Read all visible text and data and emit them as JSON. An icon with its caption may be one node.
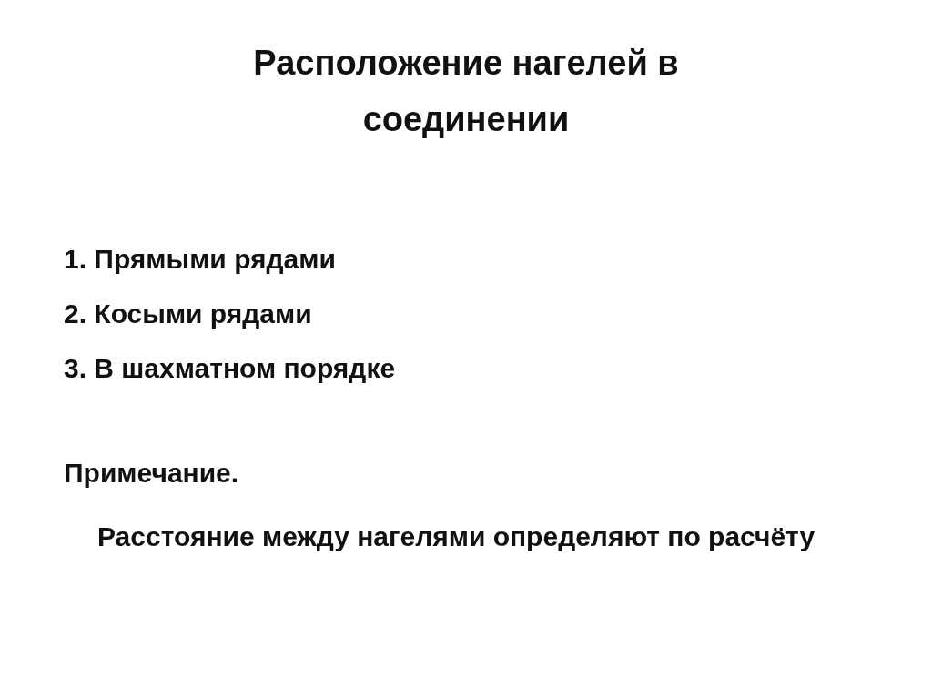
{
  "diagram": {
    "title": "Расположение нагелей в соединении",
    "labels": [
      "1. Прямыми рядами",
      "2. Косыми рядами",
      "3. В шахматном порядке",
      "Примечание.",
      "Расстояние между нагелями определяют по расчёту"
    ]
  }
}
